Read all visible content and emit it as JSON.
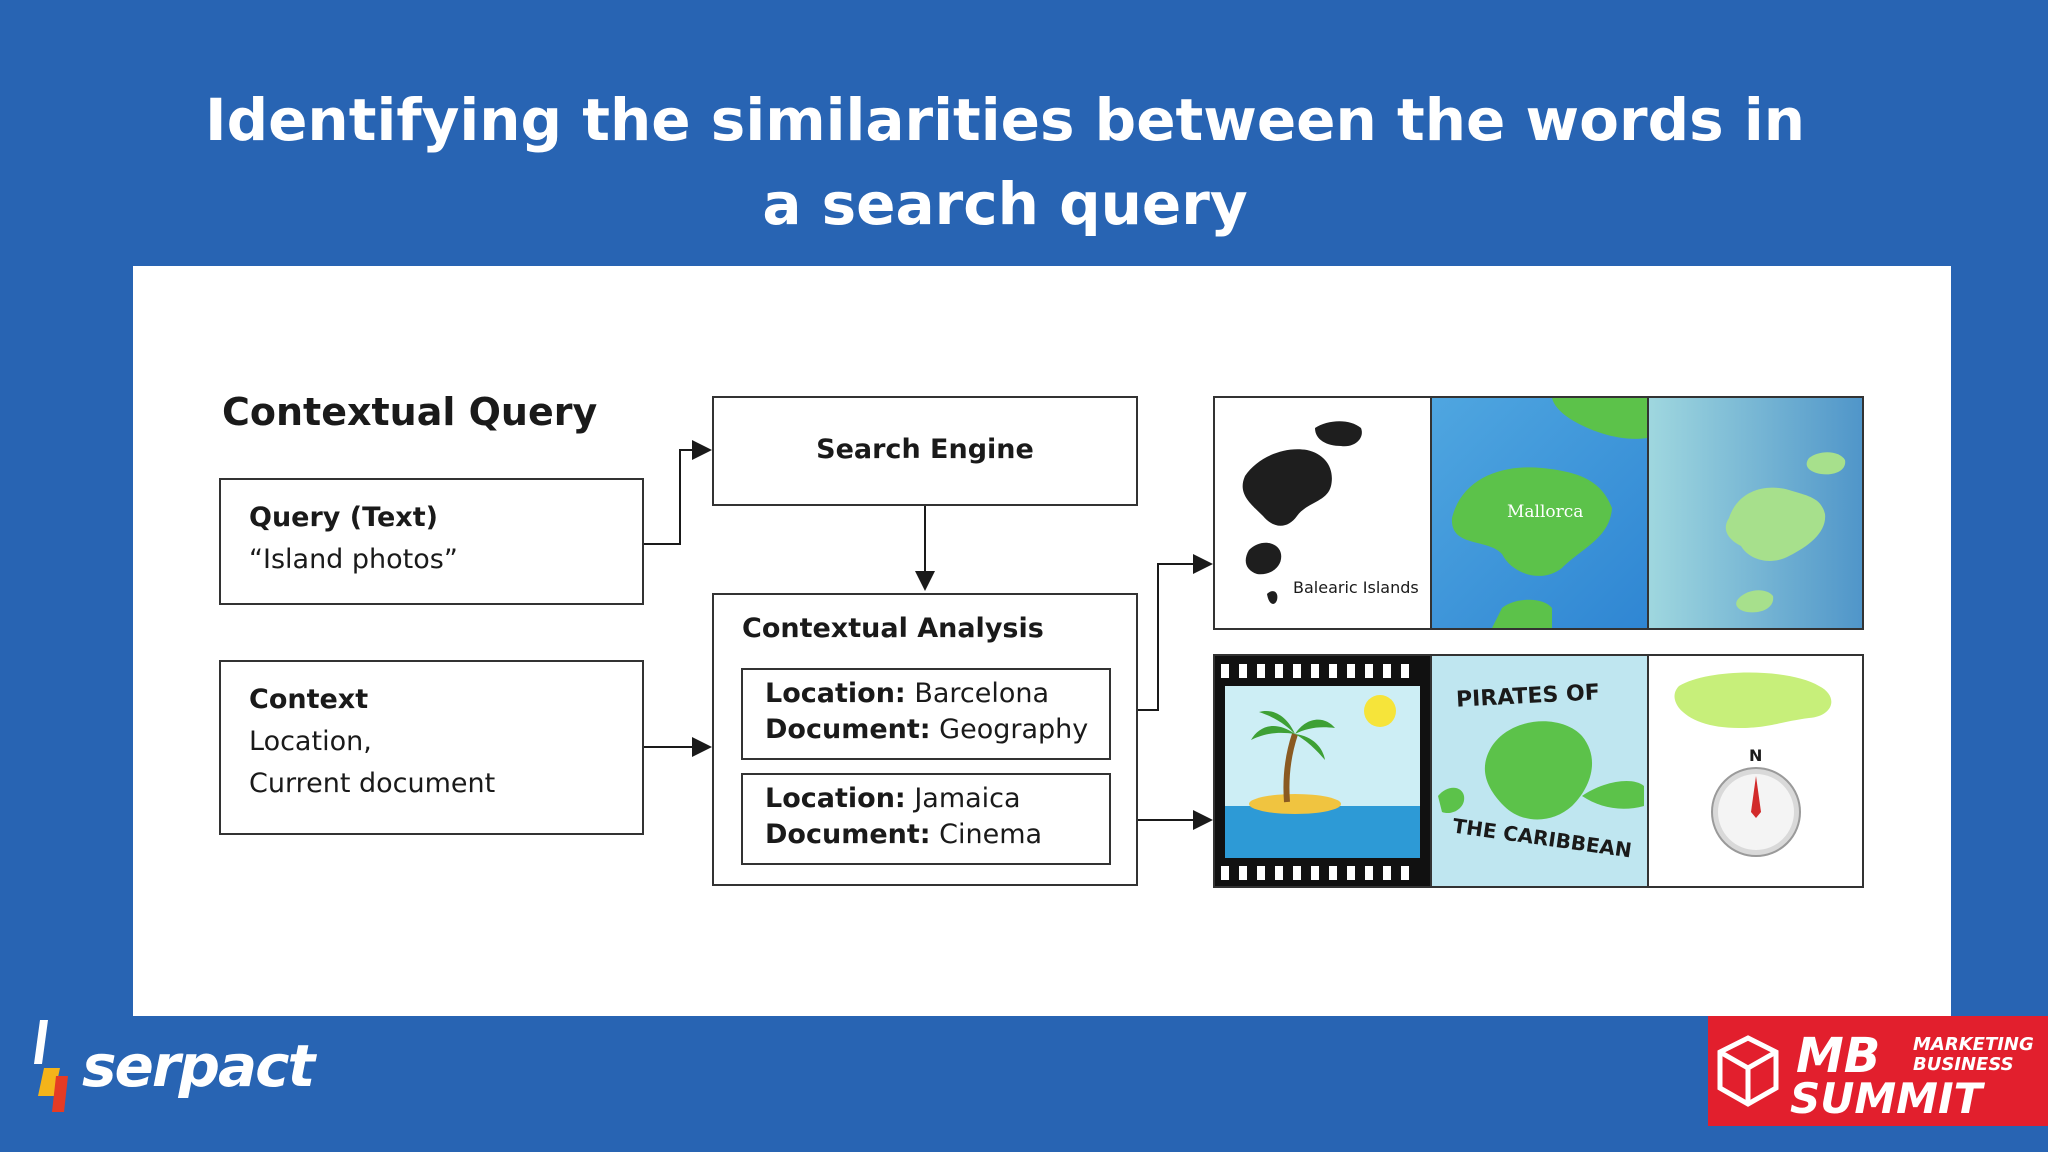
{
  "title": "Identifying the similarities between the words in a search query",
  "diagram": {
    "heading": "Contextual Query",
    "query_box": {
      "title": "Query (Text)",
      "text": "“Island photos”"
    },
    "context_box": {
      "title": "Context",
      "line1": "Location,",
      "line2": "Current document"
    },
    "search_engine": "Search Engine",
    "analysis": {
      "title": "Contextual Analysis",
      "result1": {
        "loc_label": "Location:",
        "loc_value": "Barcelona",
        "doc_label": "Document:",
        "doc_value": "Geography"
      },
      "result2": {
        "loc_label": "Location:",
        "loc_value": "Jamaica",
        "doc_label": "Document:",
        "doc_value": "Cinema"
      }
    },
    "images_row1": {
      "balearic_caption": "Balearic Islands",
      "mallorca_caption": "Mallorca"
    },
    "images_row2": {
      "pirates_top": "PIRATES OF",
      "pirates_bottom": "THE CARIBBEAN",
      "compass_north": "N"
    }
  },
  "logos": {
    "serpact": "serpact",
    "mb_line1": "MB",
    "mb_line2": "SUMMIT",
    "mb_side1": "MARKETING",
    "mb_side2": "BUSINESS"
  },
  "colors": {
    "background": "#2864b3",
    "panel": "#ffffff",
    "mb_red": "#e21f2d"
  }
}
